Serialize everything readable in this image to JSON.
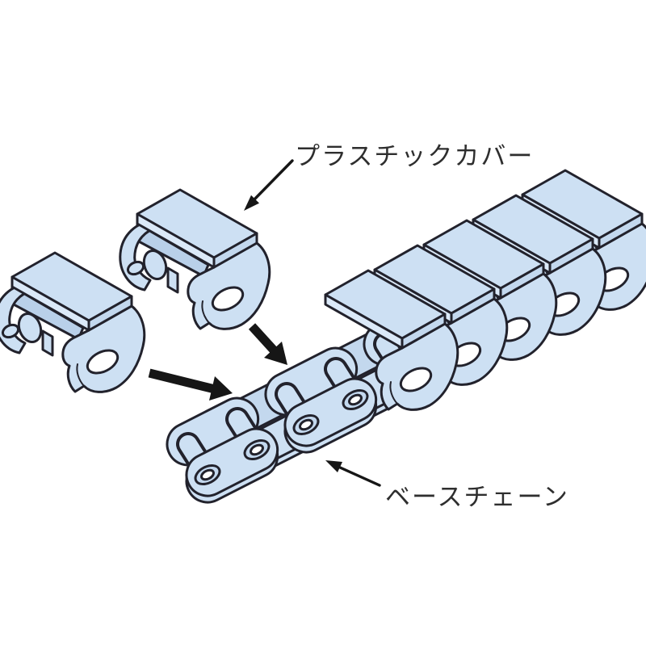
{
  "page": {
    "background": "#ffffff"
  },
  "labels": {
    "plastic_cover": "プラスチックカバー",
    "base_chain": "ベースチェーン"
  },
  "colors": {
    "background": "#ffffff",
    "part_fill": "#cde0f3",
    "part_fill_light": "#dbe9f8",
    "part_fill_shade": "#c3d8ee",
    "part_fill_inner": "#b9d0e9",
    "hole_fill": "#ffffff",
    "outline": "#22222c",
    "arrow": "#161616",
    "label_text": "#2e2e2e"
  },
  "parts": {
    "loose_covers_count": 2,
    "mounted_covers_count": 5,
    "bare_chain_visible_holes": 4
  }
}
